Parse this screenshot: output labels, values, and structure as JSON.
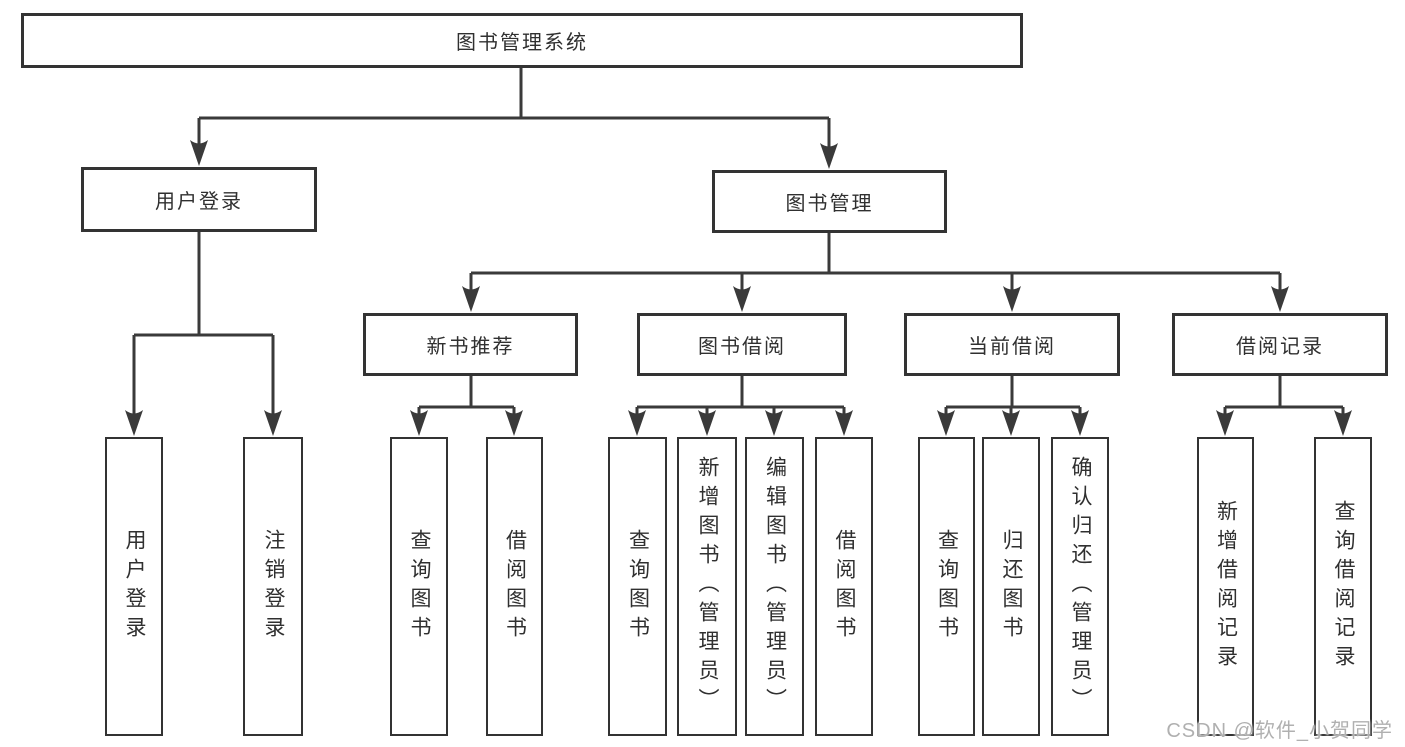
{
  "diagram_title": "图书管理系统",
  "colors": {
    "line": "#3a3a3a",
    "box_border": "#333333",
    "text": "#303030",
    "background": "#ffffff",
    "watermark": "#b0b0b0"
  },
  "nodes": {
    "root": {
      "label": "图书管理系统"
    },
    "level2": [
      {
        "id": "user-login",
        "label": "用户登录"
      },
      {
        "id": "book-management",
        "label": "图书管理"
      }
    ],
    "level3": [
      {
        "id": "new-book-recommendation",
        "label": "新书推荐",
        "parent": "图书管理"
      },
      {
        "id": "book-borrowing",
        "label": "图书借阅",
        "parent": "图书管理"
      },
      {
        "id": "current-borrowing",
        "label": "当前借阅",
        "parent": "图书管理"
      },
      {
        "id": "borrowing-records",
        "label": "借阅记录",
        "parent": "图书管理"
      }
    ],
    "leaves": [
      {
        "label": "用户登录",
        "parent": "用户登录"
      },
      {
        "label": "注销登录",
        "parent": "用户登录"
      },
      {
        "label": "查询图书",
        "parent": "新书推荐"
      },
      {
        "label": "借阅图书",
        "parent": "新书推荐"
      },
      {
        "label": "查询图书",
        "parent": "图书借阅"
      },
      {
        "label": "新增图书（管理员）",
        "parent": "图书借阅"
      },
      {
        "label": "编辑图书（管理员）",
        "parent": "图书借阅"
      },
      {
        "label": "借阅图书",
        "parent": "图书借阅"
      },
      {
        "label": "查询图书",
        "parent": "当前借阅"
      },
      {
        "label": "归还图书",
        "parent": "当前借阅"
      },
      {
        "label": "确认归还（管理员）",
        "parent": "当前借阅"
      },
      {
        "label": "新增借阅记录",
        "parent": "借阅记录"
      },
      {
        "label": "查询借阅记录",
        "parent": "借阅记录"
      }
    ]
  },
  "watermark": "CSDN @软件_小贺同学"
}
